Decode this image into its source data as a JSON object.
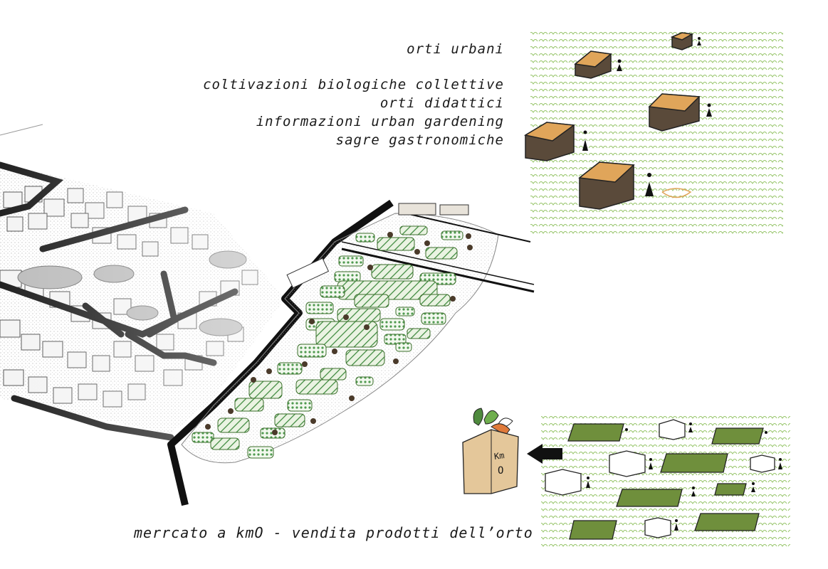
{
  "header": {
    "title": "orti urbani",
    "activities": [
      "coltivazioni biologiche collettive",
      "orti didattici",
      "informazioni urban gardening",
      "sagre gastronomiche"
    ]
  },
  "market": {
    "caption": "merrcato a kmO - vendita prodotti dell’orto",
    "bag_label_top": "Km",
    "bag_label_bottom": "O"
  },
  "colors": {
    "ink": "#1a1a1a",
    "plot_green": "#6f8f3c",
    "hatch_green": "#3e8a3e",
    "dot_green": "#4f9a4f",
    "kiosk_wood": "#5a4a3a",
    "kiosk_roof": "#e0a55a",
    "bag_paper": "#e4c79a"
  }
}
